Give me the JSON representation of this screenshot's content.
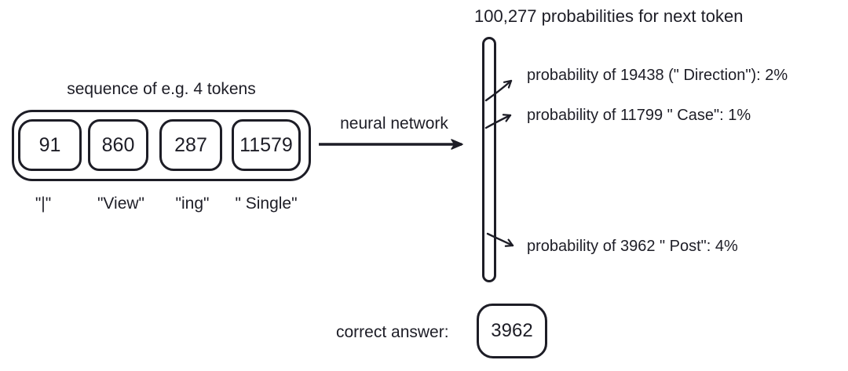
{
  "title": "100,277 probabilities for next token",
  "sequence": {
    "label": "sequence of e.g. 4 tokens",
    "tokens": [
      {
        "id": "91",
        "text": "\"|\""
      },
      {
        "id": "860",
        "text": "\"View\""
      },
      {
        "id": "287",
        "text": "\"ing\""
      },
      {
        "id": "11579",
        "text": "\" Single\""
      }
    ]
  },
  "arrow_label": "neural network",
  "probabilities": [
    {
      "label": "probability of 19438 (\" Direction\"): 2%"
    },
    {
      "label": "probability of 11799 \" Case\": 1%"
    },
    {
      "label": "probability of 3962 \" Post\": 4%"
    }
  ],
  "answer": {
    "label": "correct answer:",
    "value": "3962"
  },
  "colors": {
    "ink": "#1d1d26",
    "background": "#ffffff"
  }
}
